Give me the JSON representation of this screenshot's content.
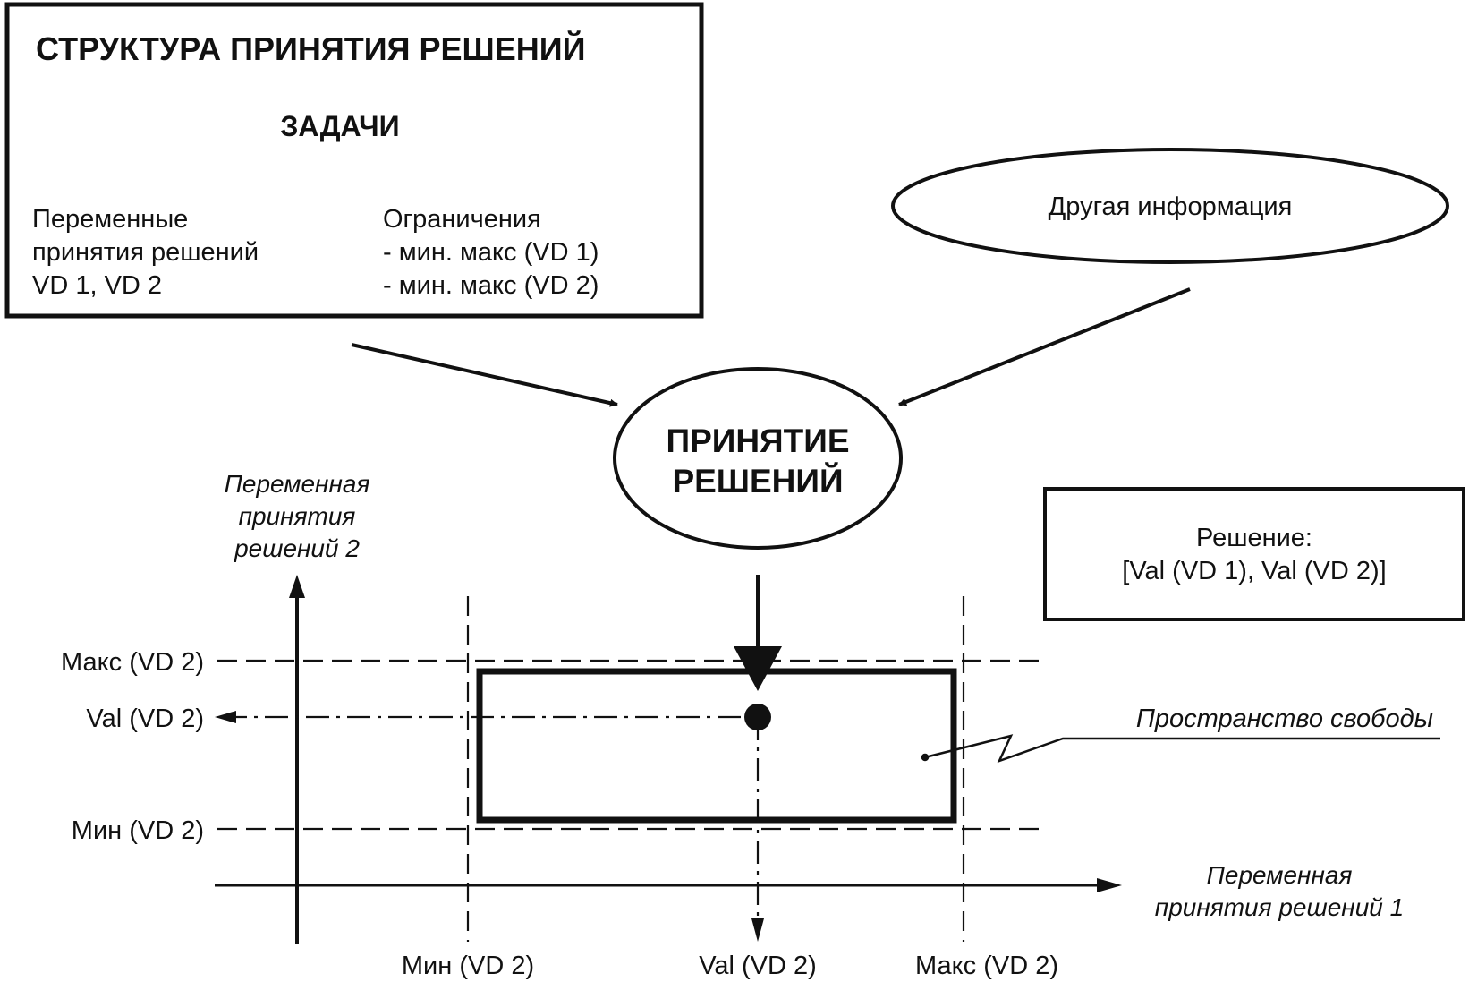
{
  "structure_box": {
    "title": "СТРУКТУРА ПРИНЯТИЯ РЕШЕНИЙ",
    "subtitle": "ЗАДАЧИ",
    "variables": [
      "Переменные",
      "принятия решений",
      "VD 1, VD 2"
    ],
    "constraints": [
      "Ограничения",
      "- мин. макс (VD 1)",
      "- мин. макс (VD 2)"
    ]
  },
  "other_info": "Другая информация",
  "decision_ellipse": [
    "ПРИНЯТИЕ",
    "РЕШЕНИЙ"
  ],
  "solution_box": [
    "Решение:",
    "[Val (VD 1), Val (VD 2)]"
  ],
  "chart": {
    "y_axis_label": [
      "Переменная",
      "принятия",
      "решений 2"
    ],
    "x_axis_label": [
      "Переменная",
      "принятия решений 1"
    ],
    "y_ticks": {
      "max": "Макс (VD 2)",
      "val": "Val (VD 2)",
      "min": "Мин (VD 2)"
    },
    "x_ticks": {
      "min": "Мин (VD 2)",
      "val": "Val (VD 2)",
      "max": "Макс (VD 2)"
    },
    "freedom_space_label": "Пространство свободы"
  }
}
